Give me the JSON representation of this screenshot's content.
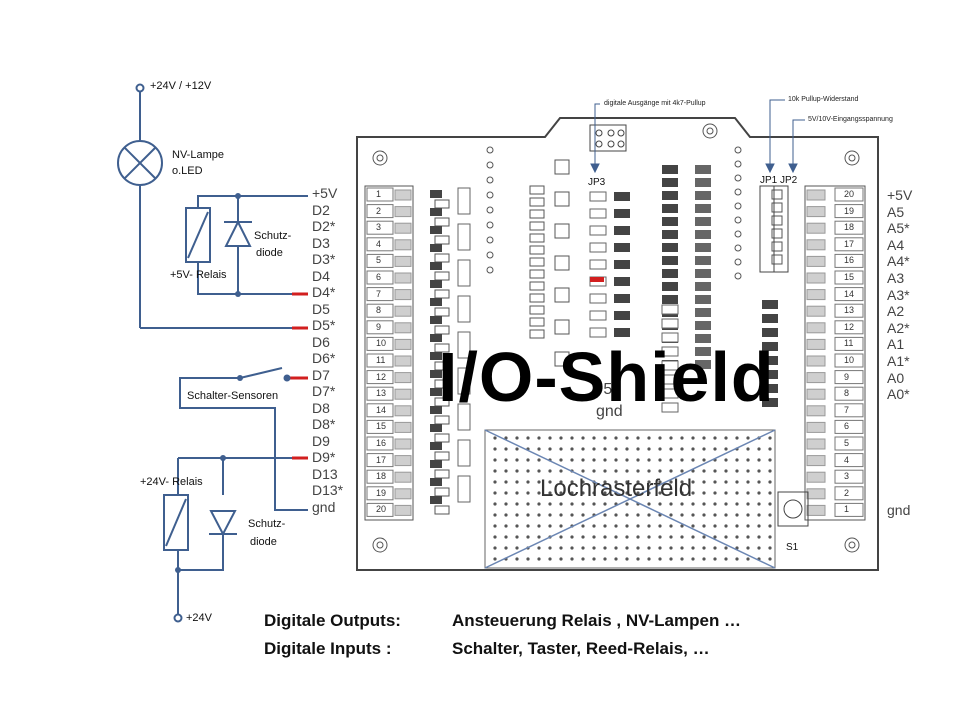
{
  "circuit": {
    "supply_top": "+24V / +12V",
    "lamp_label_line1": "NV-Lampe",
    "lamp_label_line2": "o.LED",
    "relay5_label": "+5V- Relais",
    "diode1_label_line1": "Schutz-",
    "diode1_label_line2": "diode",
    "switch_label": "Schalter-Sensoren",
    "relay24_label": "+24V- Relais",
    "diode2_label_line1": "Schutz-",
    "diode2_label_line2": "diode",
    "supply_bottom": "+24V"
  },
  "board": {
    "title": "I/O-Shield",
    "prototype_label": "Lochrasterfeld",
    "annotation_outputs": "digitale Ausgänge mit 4k7-Pullup",
    "annotation_pullup": "10k Pullup-Widerstand",
    "annotation_voltage": "5V/10V-Eingangsspannung",
    "left_pins": [
      "+5V",
      "D2",
      "D2*",
      "D3",
      "D3*",
      "D4",
      "D4*",
      "D5",
      "D5*",
      "D6",
      "D6*",
      "D7",
      "D7*",
      "D8",
      "D8*",
      "D9",
      "D9*",
      "D13",
      "D13*",
      "gnd"
    ],
    "right_pins": [
      "+5V",
      "A5",
      "A5*",
      "A4",
      "A4*",
      "A3",
      "A3*",
      "A2",
      "A2*",
      "A1",
      "A1*",
      "A0",
      "A0*",
      "gnd"
    ],
    "left_numbers": [
      "1",
      "2",
      "3",
      "4",
      "5",
      "6",
      "7",
      "8",
      "9",
      "10",
      "11",
      "12",
      "13",
      "14",
      "15",
      "16",
      "17",
      "18",
      "19",
      "20"
    ],
    "right_numbers": [
      "20",
      "19",
      "18",
      "17",
      "16",
      "15",
      "14",
      "13",
      "12",
      "11",
      "10",
      "9",
      "8",
      "7",
      "6",
      "5",
      "4",
      "3",
      "2",
      "1"
    ],
    "jumpers": [
      "JP3",
      "JP1",
      "JP2"
    ],
    "switch_s1": "S1",
    "gnd_label": "gnd",
    "plus5_label": "+5"
  },
  "captions": {
    "outputs_label": "Digitale Outputs:",
    "outputs_text": "Ansteuerung Relais , NV-Lampen …",
    "inputs_label": "Digitale Inputs :",
    "inputs_text": "Schalter, Taster, Reed-Relais, …"
  },
  "colors": {
    "wire": "#3f5f8f",
    "red_wire": "#d21f1f",
    "board_outline": "#444444",
    "title": "#000000"
  }
}
